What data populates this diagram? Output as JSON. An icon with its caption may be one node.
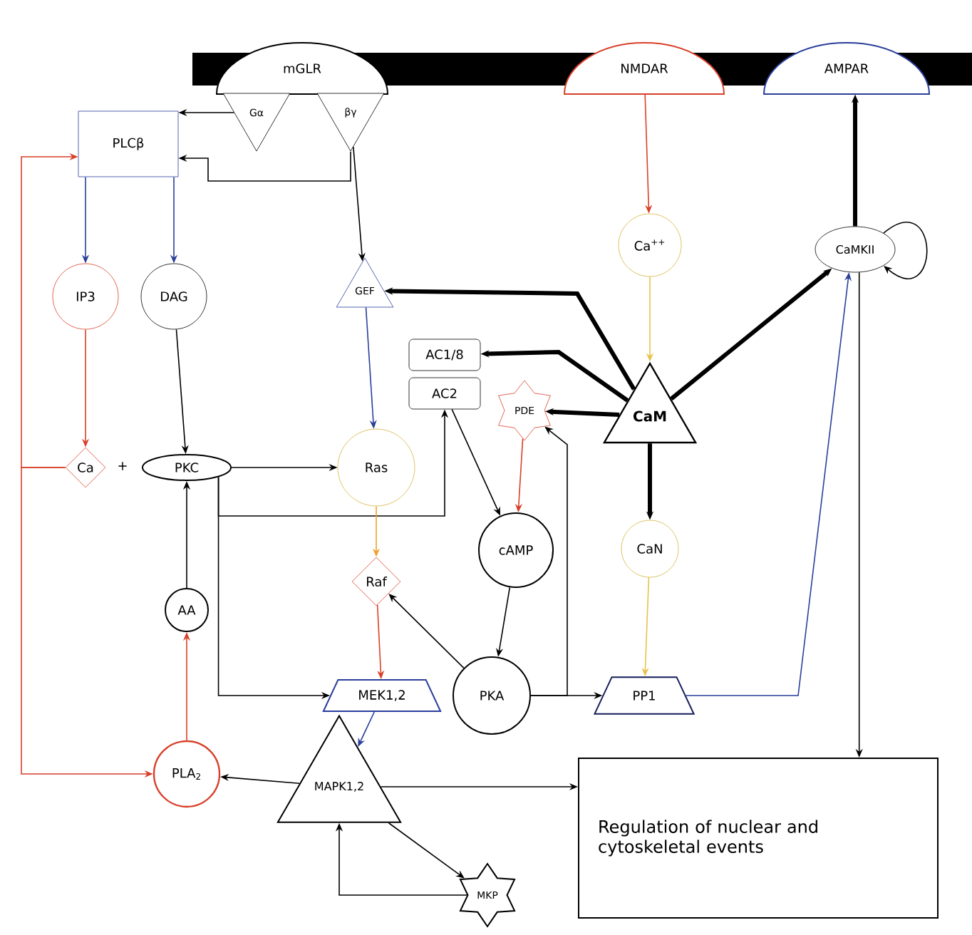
{
  "diagram": {
    "nodes": [
      {
        "text": [
          "mGLR"
        ]
      },
      {
        "text": [
          "Gα"
        ]
      },
      {
        "text": [
          "βγ"
        ]
      },
      {
        "text": [
          "NMDAR"
        ]
      },
      {
        "text": [
          "AMPAR"
        ]
      },
      {
        "text": [
          "PLCβ"
        ]
      },
      {
        "text": [
          "IP3"
        ]
      },
      {
        "text": [
          "DAG"
        ]
      },
      {
        "text": [
          "GEF"
        ]
      },
      {
        "text": [
          "Ca$^{++}$"
        ]
      },
      {
        "text": [
          "CaMKII"
        ]
      },
      {
        "text": [
          "AC1/8"
        ]
      },
      {
        "text": [
          "AC2"
        ]
      },
      {
        "text": [
          "PDE"
        ]
      },
      {
        "text": [
          "CaM"
        ]
      },
      {
        "text": [
          "Ca"
        ]
      },
      {
        "text": [
          "PKC"
        ]
      },
      {
        "text": [
          "Ras"
        ]
      },
      {
        "text": [
          "Raf"
        ]
      },
      {
        "text": [
          "AA"
        ]
      },
      {
        "text": [
          "cAMP"
        ]
      },
      {
        "text": [
          "CaN"
        ]
      },
      {
        "text": [
          "MEK1,2"
        ]
      },
      {
        "text": [
          "PKA"
        ]
      },
      {
        "text": [
          "PP1"
        ]
      },
      {
        "text": [
          "PLA$_{2}$"
        ]
      },
      {
        "text": [
          "MAPK1,2"
        ]
      },
      {
        "text": [
          "MKP"
        ]
      },
      {
        "text": [
          "Regulation of nuclear and cytoskeletal events"
        ]
      }
    ],
    "edges": [
      {
        "from": 1,
        "to": 5,
        "arrow": "to"
      },
      {
        "from": 2,
        "to": 5,
        "arrow": "to"
      },
      {
        "from": 2,
        "to": 8,
        "arrow": "to"
      },
      {
        "from": 5,
        "to": 6,
        "arrow": "to",
        "color": "#2a3f9a"
      },
      {
        "from": 5,
        "to": 7,
        "arrow": "to",
        "color": "#2a3f9a"
      },
      {
        "from": 6,
        "to": 15,
        "arrow": "to",
        "color": "#d8402a"
      },
      {
        "from": 7,
        "to": 16,
        "arrow": "to"
      },
      {
        "from": 15,
        "to": 5,
        "arrow": "to",
        "color": "#d8402a"
      },
      {
        "from": 15,
        "to": 25,
        "arrow": "to",
        "color": "#d8402a"
      },
      {
        "from": 16,
        "to": 17,
        "arrow": "to"
      },
      {
        "from": 16,
        "to": 12,
        "arrow": "to"
      },
      {
        "from": 16,
        "to": 22,
        "arrow": "to"
      },
      {
        "from": 8,
        "to": 17,
        "arrow": "to",
        "color": "#2a3f9a"
      },
      {
        "from": 14,
        "to": 8,
        "arrow": "to",
        "style": "thick"
      },
      {
        "from": 14,
        "to": 11,
        "arrow": "to",
        "style": "thick"
      },
      {
        "from": 14,
        "to": 13,
        "arrow": "to",
        "style": "thick"
      },
      {
        "from": 14,
        "to": 10,
        "arrow": "to",
        "style": "thick"
      },
      {
        "from": 14,
        "to": 21,
        "arrow": "to",
        "style": "thick"
      },
      {
        "from": 3,
        "to": 9,
        "arrow": "to",
        "color": "#d8402a"
      },
      {
        "from": 9,
        "to": 14,
        "arrow": "to",
        "color": "#e6c34a"
      },
      {
        "from": 10,
        "to": 4,
        "arrow": "to",
        "style": "thick"
      },
      {
        "from": 10,
        "to": 10,
        "arrow": "to"
      },
      {
        "from": 10,
        "to": 28,
        "arrow": "to"
      },
      {
        "from": 24,
        "to": 10,
        "arrow": "to",
        "color": "#2a3f9a"
      },
      {
        "from": 12,
        "to": 20,
        "arrow": "to"
      },
      {
        "from": 13,
        "to": 20,
        "arrow": "to",
        "color": "#d8402a"
      },
      {
        "from": 20,
        "to": 23,
        "arrow": "to"
      },
      {
        "from": 23,
        "to": 18,
        "arrow": "to"
      },
      {
        "from": 23,
        "to": 24,
        "arrow": "to"
      },
      {
        "from": 23,
        "to": 13,
        "arrow": "to"
      },
      {
        "from": 21,
        "to": 24,
        "arrow": "to",
        "color": "#e6c34a"
      },
      {
        "from": 17,
        "to": 18,
        "arrow": "to",
        "color": "#f0a030"
      },
      {
        "from": 18,
        "to": 22,
        "arrow": "to",
        "color": "#d8402a"
      },
      {
        "from": 22,
        "to": 26,
        "arrow": "to",
        "color": "#2a3f9a"
      },
      {
        "from": 26,
        "to": 25,
        "arrow": "to"
      },
      {
        "from": 26,
        "to": 28,
        "arrow": "to"
      },
      {
        "from": 26,
        "to": 27,
        "arrow": "to"
      },
      {
        "from": 27,
        "to": 26,
        "arrow": "to"
      },
      {
        "from": 25,
        "to": 19,
        "arrow": "to",
        "color": "#d8402a"
      },
      {
        "from": 19,
        "to": 16,
        "arrow": "to"
      }
    ],
    "labels": [
      "+"
    ]
  }
}
